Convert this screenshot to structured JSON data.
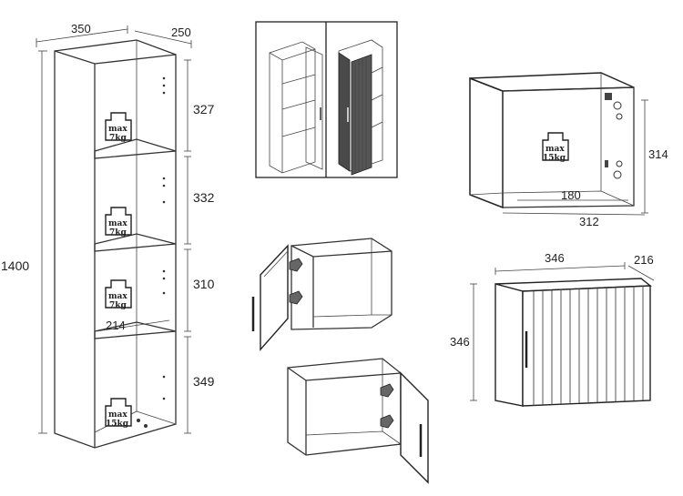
{
  "tall_cabinet": {
    "width": "350",
    "depth": "250",
    "height": "1400",
    "inner_depth": "214",
    "compartments": [
      "327",
      "332",
      "310",
      "349"
    ],
    "loads": [
      {
        "max": "max",
        "kg": "7kg"
      },
      {
        "max": "max",
        "kg": "7kg"
      },
      {
        "max": "max",
        "kg": "7kg"
      },
      {
        "max": "max",
        "kg": "15kg"
      }
    ]
  },
  "open_box": {
    "height": "314",
    "inner_width": "180",
    "outer_width": "312",
    "load": {
      "max": "max",
      "kg": "15kg"
    }
  },
  "fronted_cabinet": {
    "width": "346",
    "depth": "216",
    "height": "346"
  },
  "icons": [
    "weight-icon",
    "hinge-icon",
    "handle-icon"
  ],
  "colors": {
    "line": "#333333",
    "door_dark": "#4a4a4a",
    "frame": "#222222"
  }
}
